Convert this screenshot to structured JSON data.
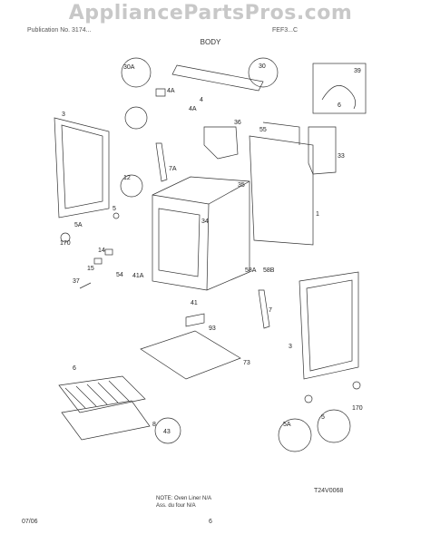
{
  "watermark": "AppliancePartsPros.com",
  "header": {
    "left": "Publication No. 3174...",
    "right": "FEF3...C"
  },
  "title": "BODY",
  "labels": [
    "30A",
    "30",
    "39",
    "6",
    "4A",
    "4",
    "4A",
    "36",
    "3",
    "55",
    "33",
    "7A",
    "12",
    "35",
    "1",
    "5",
    "34",
    "5A",
    "170",
    "14",
    "15",
    "54",
    "41A",
    "58A",
    "58B",
    "37",
    "41",
    "7",
    "3",
    "93",
    "73",
    "6",
    "43",
    "8",
    "5A",
    "5",
    "170"
  ],
  "note": {
    "line1": "NOTE: Oven Liner N/A",
    "line2": "Ass. du four N/A"
  },
  "diagram_code": "T24V0068",
  "footer": {
    "date": "07/06",
    "page": "6"
  }
}
